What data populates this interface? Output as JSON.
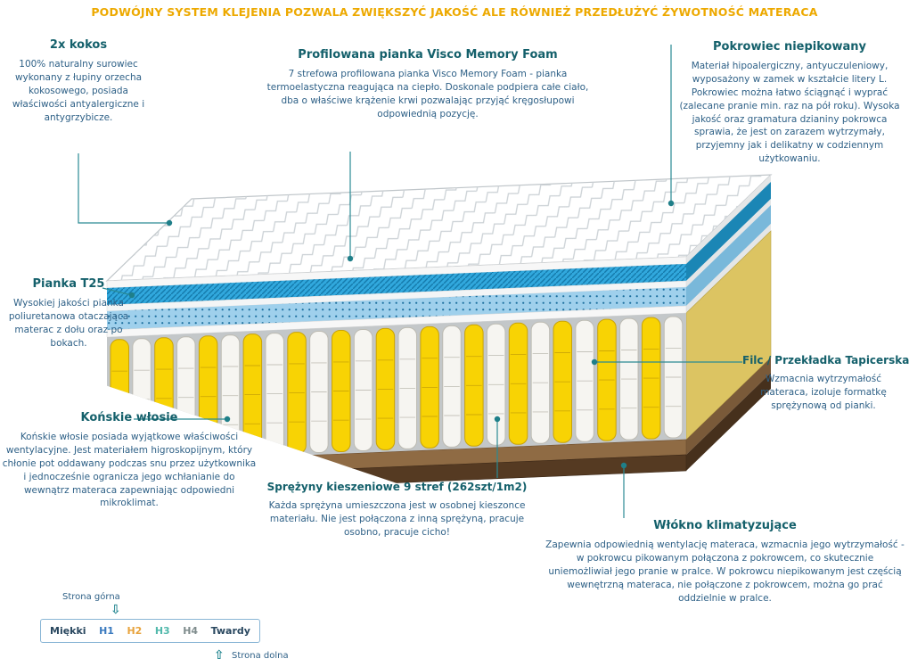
{
  "banner": {
    "text": "PODWÓJNY SYSTEM KLEJENIA POZWALA ZWIĘKSZYĆ JAKOŚĆ ALE RÓWNIEŻ PRZEDŁUŻYĆ ŻYWOTNOŚĆ MATERACA"
  },
  "callouts": {
    "kokos": {
      "title": "2x kokos",
      "body": "100% naturalny surowiec wykonany z łupiny orzecha kokosowego, posiada właściwości antyalergiczne i antygrzybicze."
    },
    "visco": {
      "title": "Profilowana pianka Visco Memory Foam",
      "body": "7 strefowa profilowana pianka Visco Memory Foam - pianka termoelastyczna reagująca na ciepło.  Doskonale podpiera całe ciało, dba o właściwe krążenie krwi pozwalając przyjąć kręgosłupowi odpowiednią pozycję."
    },
    "pokrowiec": {
      "title": "Pokrowiec niepikowany",
      "body": "Materiał hipoalergiczny, antyuczuleniowy, wyposażony w zamek w kształcie litery L. Pokrowiec można łatwo ściągnąć i wyprać (zalecane pranie min. raz na pół roku). Wysoka jakość oraz gramatura dzianiny pokrowca sprawia, że jest on zarazem wytrzymały, przyjemny jak i delikatny w codziennym użytkowaniu."
    },
    "pianka": {
      "title": "Pianka T25",
      "body": "Wysokiej jakości pianka poliuretanowa otaczająca materac z dołu oraz po bokach."
    },
    "konskie": {
      "title": "Końskie włosie",
      "body": "Końskie włosie posiada wyjątkowe właściwości wentylacyjne. Jest materiałem higroskopijnym, który chłonie pot oddawany podczas snu przez użytkownika i jednocześnie ogranicza jego wchłanianie do wewnątrz materaca zapewniając odpowiedni mikroklimat."
    },
    "filc": {
      "title": "Filc / Przekładka Tapicerska",
      "body": "Wzmacnia wytrzymałość materaca, izoluje formatkę sprężynową od pianki."
    },
    "sprezyny": {
      "title": "Sprężyny kieszeniowe 9 stref (262szt/1m2)",
      "body": "Każda sprężyna umieszczona jest w osobnej kieszonce materiału. Nie jest połączona z inną sprężyną, pracuje osobno, pracuje cicho!"
    },
    "wlokno": {
      "title": "Włókno klimatyzujące",
      "body": "Zapewnia odpowiednią wentylację materaca, wzmacnia jego wytrzymałość - w pokrowcu pikowanym połączona z pokrowcem, co skutecznie uniemożliwiał jego pranie w pralce. W pokrowcu niepikowanym jest częścią wewnętrzną materaca, nie połączone z pokrowcem, można go prać oddzielnie w pralce."
    }
  },
  "scale": {
    "top_label": "Strona górna",
    "bottom_label": "Strona dolna",
    "arrow_down": "⇩",
    "arrow_up": "⇧",
    "soft_label": "Miękki",
    "hard_label": "Twardy",
    "levels": [
      {
        "label": "H1",
        "color": "#3a7abf"
      },
      {
        "label": "H2",
        "color": "#e8a33d"
      },
      {
        "label": "H3",
        "color": "#52b9ac"
      },
      {
        "label": "H4",
        "color": "#7f8c8d"
      }
    ]
  },
  "colors": {
    "banner_text": "#eda900",
    "heading": "#14606b",
    "body_text": "#2f6187",
    "callout_line": "#2a8a94",
    "spring_yellow": "#f8d304",
    "spring_yellow_dark": "#c9a307",
    "spring_white": "#f6f5f1",
    "spring_white_dark": "#bdbbb2",
    "layer_blue": "#31a8dd",
    "layer_blue_dark": "#0e6e9e",
    "layer_dots_bg": "#9fd0ec",
    "layer_dots": "#1b6f9e",
    "base_brown": "#8f6b44",
    "base_brown_dark": "#553a22"
  }
}
